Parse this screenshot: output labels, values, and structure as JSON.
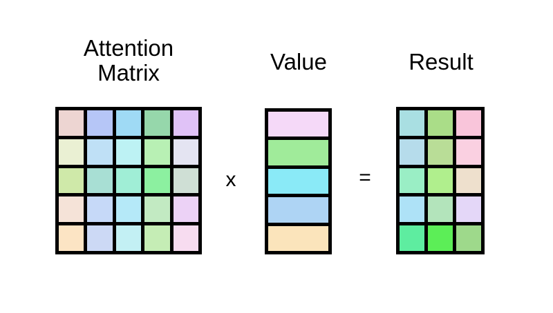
{
  "page": {
    "background": "#ffffff",
    "ink": "#000000"
  },
  "labels": {
    "attention_matrix": "Attention\nMatrix",
    "value": "Value",
    "result": "Result"
  },
  "operators": {
    "multiply": "x",
    "equals": "="
  },
  "chart_data": {
    "type": "heatmap",
    "title": "Attention Matrix x Value = Result",
    "xlabel": "",
    "ylabel": "",
    "grid": true,
    "legend": "none",
    "matrices": [
      {
        "name": "attention_matrix",
        "label": "Attention\nMatrix",
        "rows": 5,
        "cols": 5,
        "border_color": "#000000",
        "colors": [
          [
            "#edd5d2",
            "#b6c6f7",
            "#9fdaf5",
            "#96d7ab",
            "#e0c2f7"
          ],
          [
            "#eaf0d3",
            "#bfe0f6",
            "#bdf2f4",
            "#b8f0b4",
            "#e4e4f2"
          ],
          [
            "#cfe9a9",
            "#a8dfd4",
            "#a0eed6",
            "#8cf0a0",
            "#cfdfd5"
          ],
          [
            "#f5e3d8",
            "#c6d9f8",
            "#b5e9f8",
            "#c2eac2",
            "#ecd2f6"
          ],
          [
            "#fce4c4",
            "#ccd9f5",
            "#c3f0f4",
            "#c5edb5",
            "#f7dcf0"
          ]
        ]
      },
      {
        "name": "value",
        "label": "Value",
        "rows": 5,
        "cols": 1,
        "border_color": "#000000",
        "colors": [
          [
            "#f5d9f8"
          ],
          [
            "#a0eb9a"
          ],
          [
            "#8aeaf7"
          ],
          [
            "#aed4f4"
          ],
          [
            "#fbe4bb"
          ]
        ]
      },
      {
        "name": "result",
        "label": "Result",
        "rows": 5,
        "cols": 3,
        "border_color": "#000000",
        "colors": [
          [
            "#a9dfe2",
            "#aadd88",
            "#f9c5da"
          ],
          [
            "#b6dceb",
            "#b9dd97",
            "#fad0e1"
          ],
          [
            "#9aeec5",
            "#b0ef8d",
            "#eee0cd"
          ],
          [
            "#aee2f7",
            "#b3e4bb",
            "#e4d7f8"
          ],
          [
            "#5eeda0",
            "#5cee57",
            "#9ed98b"
          ]
        ]
      }
    ]
  }
}
